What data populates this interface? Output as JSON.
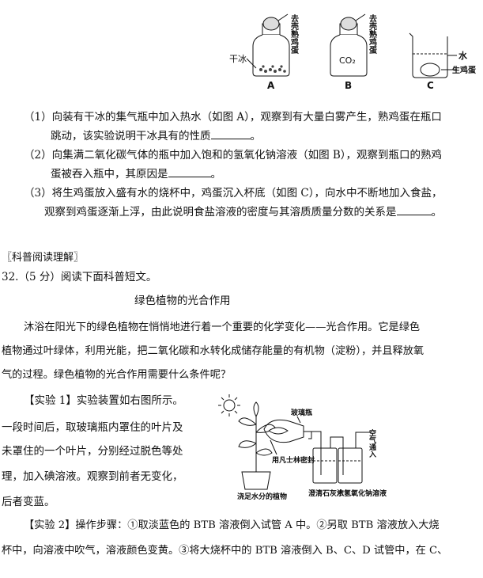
{
  "figure_top": {
    "bottle_a_name": "A",
    "bottle_a_label": "干冰",
    "bottle_a_egg": "去壳熟鸡蛋",
    "bottle_b_name": "B",
    "bottle_b_label": "CO₂",
    "bottle_b_egg": "去壳熟鸡蛋",
    "beaker_c_name": "C",
    "beaker_c_water": "水",
    "beaker_c_egg": "生鸡蛋"
  },
  "q31": {
    "p1_line1": "（1）向装有干冰的集气瓶中加入热水（如图 A），观察到有大量白雾产生，熟鸡蛋在瓶口",
    "p1_line2": "跳动，该实验说明干冰具有的性质",
    "p1_end": "。",
    "p2_line1": "（2）向集满二氧化碳气体的瓶中加入饱和的氢氧化钠溶液（如图 B），观察到瓶口的熟鸡",
    "p2_line2": "蛋被吞入瓶中，其原因是",
    "p2_end": "。",
    "p3_line1": "（3）将生鸡蛋放入盛有水的烧杯中，鸡蛋沉入杯底（如图 C），向水中不断地加入食盐，",
    "p3_line2": "观察到鸡蛋逐渐上浮，由此说明食盐溶液的密度与其溶质质量分数的关系是",
    "p3_end": "。"
  },
  "section_header": "〖科普阅读理解〗",
  "q32": {
    "intro": "32.（5 分）阅读下面科普短文。",
    "title": "绿色植物的光合作用",
    "para1_line1": "沐浴在阳光下的绿色植物在悄悄地进行着一个重要的化学变化——光合作用。它是绿色",
    "para1_line2": "植物通过叶绿体，利用光能，把二氧化碳和水转化成储存能量的有机物（淀粉），并且释放氧",
    "para1_line3": "气的过程。绿色植物的光合作用需要什么条件呢？",
    "exp1_line1": "【实验 1】实验装置如右图所示。",
    "exp1_line2": "一段时间后，取玻璃瓶内罩住的叶片及",
    "exp1_line3": "未罩住的一个叶片，分别经过脱色等处",
    "exp1_line4": "理，加入碘溶液。观察到前者无变化，",
    "exp1_line5": "后者变蓝。",
    "exp2_line1": "【实验 2】操作步骤：①取淡蓝色的 BTB 溶液倒入试管 A 中。②另取 BTB 溶液放入大烧",
    "exp2_line2": "杯中，向溶液中吹气，溶液颜色变黄。③将大烧杯中的 BTB 溶液倒入 B、C、D 试管中，在 C、"
  },
  "figure_exp1": {
    "glass_bottle": "玻璃瓶",
    "air_in": "空气通入",
    "vaseline": "用凡士林密封",
    "plant": "浇足水分的植物",
    "limewater": "澄清石灰水",
    "naoh": "浓氢氧化钠溶液"
  }
}
